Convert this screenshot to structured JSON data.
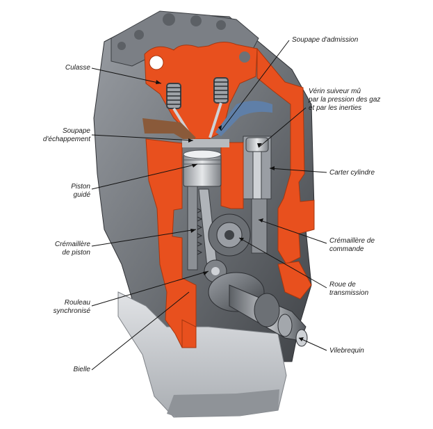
{
  "labels": {
    "culasse": "Culasse",
    "soupape_echappement": [
      "Soupape",
      "d'échappement"
    ],
    "piston_guide": [
      "Piston",
      "guidé"
    ],
    "cremaillere_piston": [
      "Crémaillère",
      "de piston"
    ],
    "rouleau_synchronise": [
      "Rouleau",
      "synchronisé"
    ],
    "bielle": "Bielle",
    "soupape_admission": "Soupape d'admission",
    "verin": [
      "Vérin suiveur mû",
      "par la pression des gaz",
      "et par les inerties"
    ],
    "carter_cylindre": "Carter cylindre",
    "cremaillere_commande": [
      "Crémaillère de",
      "commande"
    ],
    "roue_transmission": [
      "Roue de",
      "transmission"
    ],
    "vilebrequin": "Vilebrequin"
  },
  "colors": {
    "cutaway_orange": "#e8501e",
    "metal_dark": "#4a4d52",
    "metal_light": "#c9ccd0",
    "leader_line": "#111111"
  }
}
